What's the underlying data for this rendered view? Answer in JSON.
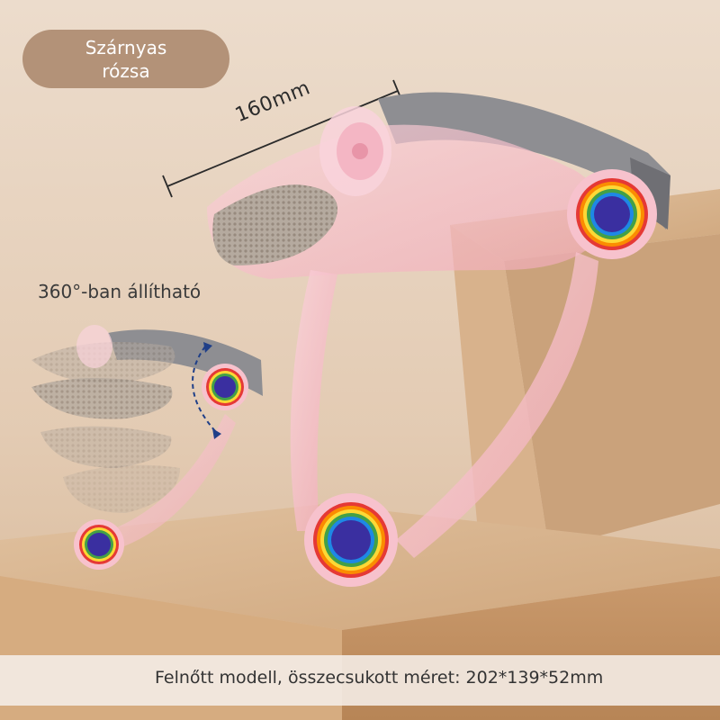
{
  "badge": {
    "line1": "Szárnyas",
    "line2": "rózsa",
    "color": "#b39278"
  },
  "dimension": {
    "label": "160mm"
  },
  "rotation": {
    "label": "360°-ban állítható"
  },
  "caption": {
    "text": "Felnőtt modell, összecsukott méret: 202*139*52mm"
  },
  "colors": {
    "frame": "#f4b8c4",
    "strap": "#8e8e92",
    "pad": "#b8ada2",
    "rainbow_center": "#3a2fa0",
    "wall": "#e6cfb8",
    "box": "#c49a70"
  }
}
